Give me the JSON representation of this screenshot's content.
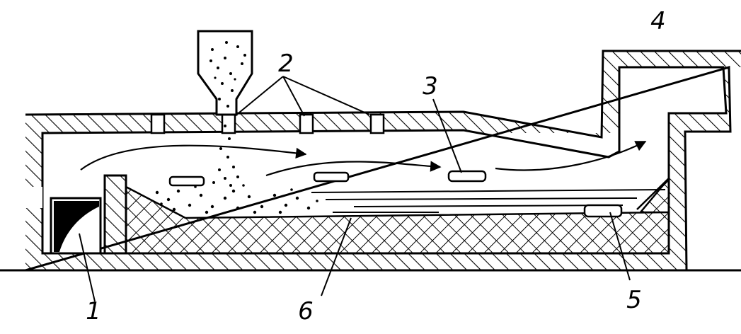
{
  "diagram": {
    "labels": [
      {
        "id": "1",
        "text": "1",
        "part": "burner-wall"
      },
      {
        "id": "2",
        "text": "2",
        "part": "roof-openings"
      },
      {
        "id": "3",
        "text": "3",
        "part": "flame-port"
      },
      {
        "id": "4",
        "text": "4",
        "part": "flue-outlet"
      },
      {
        "id": "5",
        "text": "5",
        "part": "tap-hole"
      },
      {
        "id": "6",
        "text": "6",
        "part": "hearth-bath"
      }
    ],
    "colors": {
      "ink": "#000000",
      "paper": "#ffffff"
    }
  }
}
